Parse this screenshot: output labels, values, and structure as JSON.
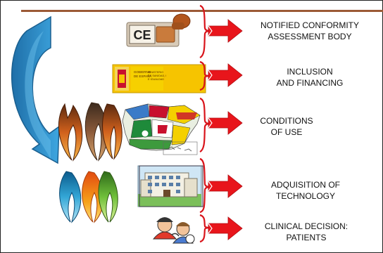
{
  "colors": {
    "accent_line": "#9c5a36",
    "brace": "#d9141b",
    "arrow": "#e8151b",
    "curved_arrow_fill": "#2f93d2",
    "curved_arrow_stroke": "#1a5f8f"
  },
  "steps": [
    {
      "icon": "ce-mark-stamp-icon",
      "lines": [
        "NOTIFIED CONFORMITY",
        "ASSESSMENT BODY"
      ]
    },
    {
      "icon": "ministry-logo-icon",
      "lines": [
        "INCLUSION",
        "AND FINANCING"
      ]
    },
    {
      "icon": "spain-map-icon",
      "lines": [
        "CONDITIONS",
        "OF USE"
      ]
    },
    {
      "icon": "hospital-building-icon",
      "lines": [
        "ADQUISITION OF",
        "TECHNOLOGY"
      ]
    },
    {
      "icon": "doctor-patient-icon",
      "lines": [
        "CLINICAL DECISION:",
        "PATIENTS"
      ]
    }
  ],
  "ministry_logo": {
    "left_text": [
      "GOBIERNO",
      "DE ESPAÑA"
    ],
    "right_text": [
      "MINISTERIO",
      "DE SANIDAD, POLÍTICA SOCIAL",
      "E IGUALDAD"
    ]
  },
  "ce_mark": {
    "text": "CE"
  }
}
